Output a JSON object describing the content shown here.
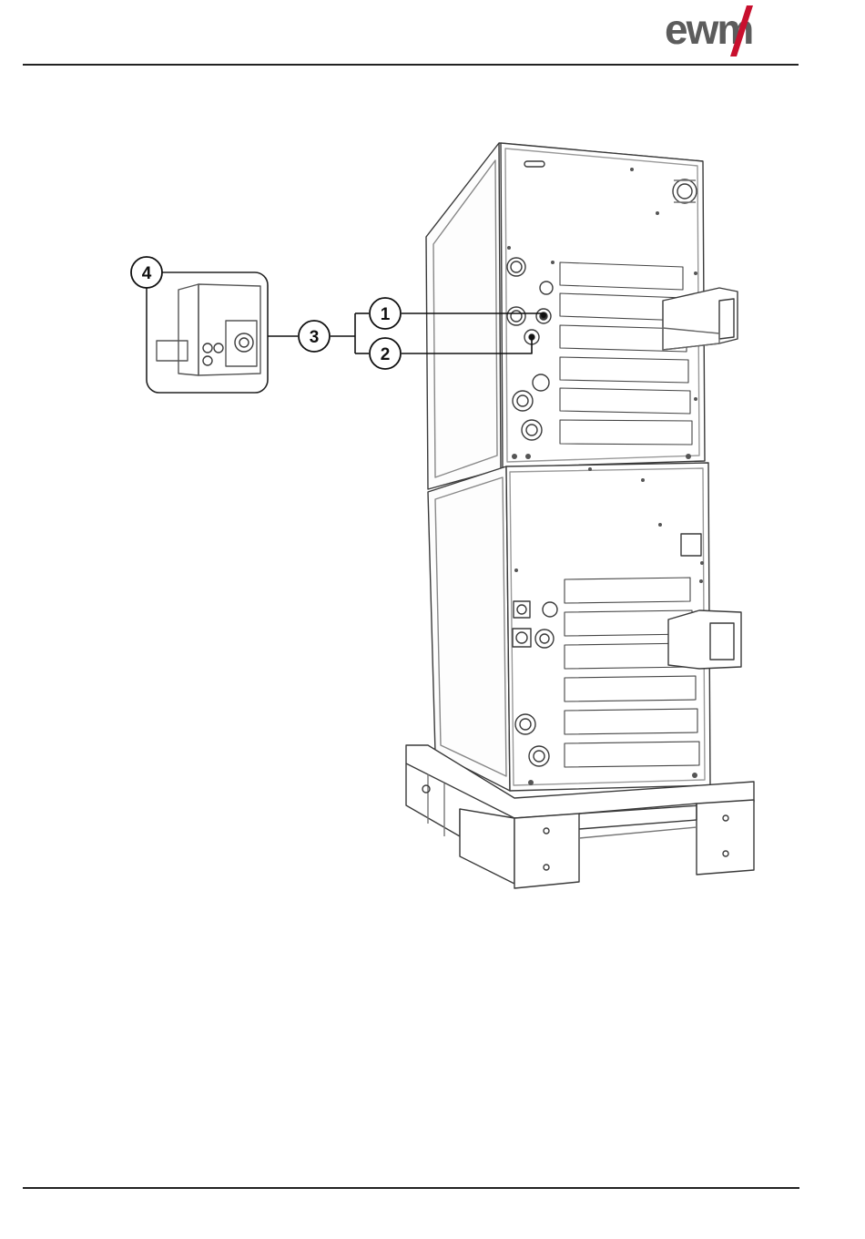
{
  "header": {
    "logo_text": "ewm",
    "logo_color": "#c8102e"
  },
  "figure": {
    "callouts": [
      {
        "number": "1"
      },
      {
        "number": "2"
      },
      {
        "number": "3"
      },
      {
        "number": "4"
      }
    ]
  }
}
